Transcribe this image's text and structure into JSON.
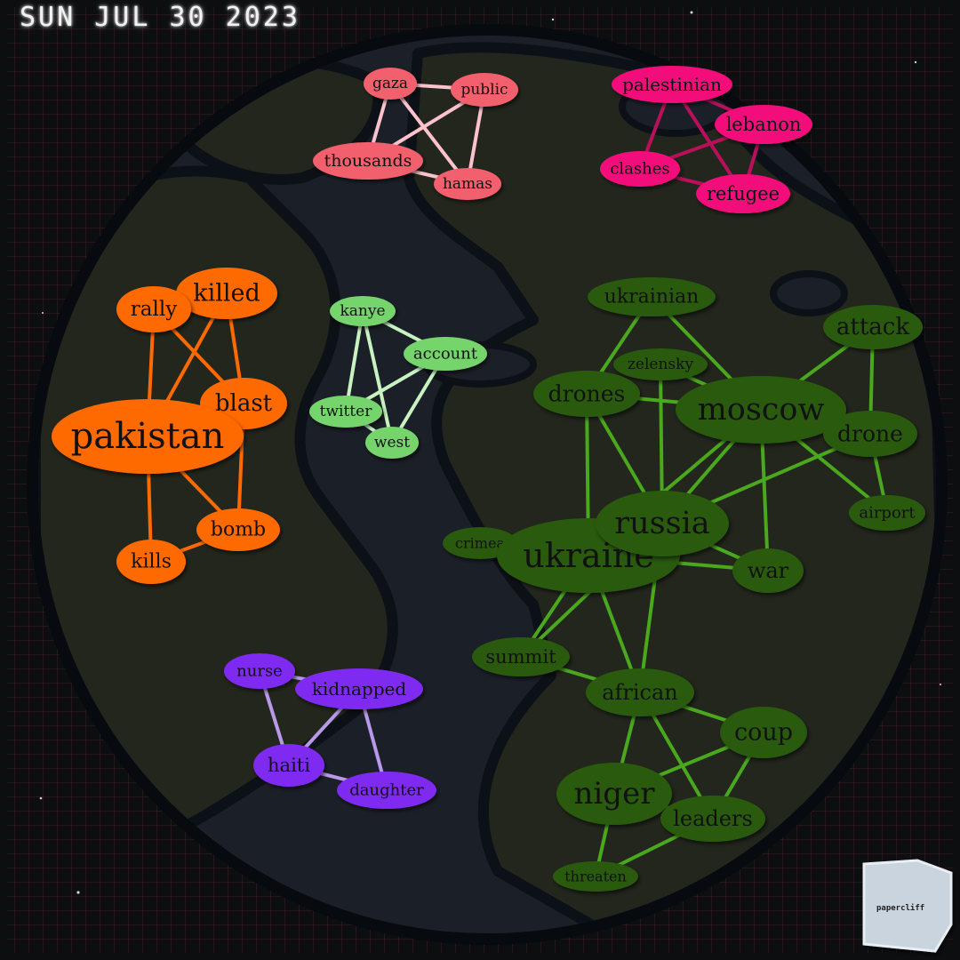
{
  "header": {
    "date": "SUN JUL 30 2023"
  },
  "logo": {
    "text": "papercliff"
  },
  "colors": {
    "background": "#0d0e10",
    "grid": "#3a2228",
    "globe_ocean": "#1b1f27",
    "globe_land": "#23261d",
    "globe_rim": "#0a0d12"
  },
  "clusters": [
    {
      "id": "gaza",
      "fill": "#f2606e",
      "edge": "#ffc2cc",
      "nodes": [
        {
          "label": "gaza",
          "weight": 1
        },
        {
          "label": "public",
          "weight": 1
        },
        {
          "label": "thousands",
          "weight": 1.4
        },
        {
          "label": "hamas",
          "weight": 1
        }
      ],
      "edges": [
        [
          "gaza",
          "public"
        ],
        [
          "gaza",
          "thousands"
        ],
        [
          "gaza",
          "hamas"
        ],
        [
          "public",
          "thousands"
        ],
        [
          "public",
          "hamas"
        ],
        [
          "thousands",
          "hamas"
        ]
      ]
    },
    {
      "id": "lebanon",
      "fill": "#f2107a",
      "edge": "#b8105a",
      "nodes": [
        {
          "label": "palestinian",
          "weight": 1.3
        },
        {
          "label": "lebanon",
          "weight": 1.3
        },
        {
          "label": "clashes",
          "weight": 1.1
        },
        {
          "label": "refugee",
          "weight": 1.3
        }
      ],
      "edges": [
        [
          "palestinian",
          "lebanon"
        ],
        [
          "palestinian",
          "clashes"
        ],
        [
          "palestinian",
          "refugee"
        ],
        [
          "lebanon",
          "clashes"
        ],
        [
          "lebanon",
          "refugee"
        ],
        [
          "clashes",
          "refugee"
        ]
      ]
    },
    {
      "id": "pakistan",
      "fill": "#ff6a00",
      "edge": "#ff6a00",
      "nodes": [
        {
          "label": "killed",
          "weight": 1.6
        },
        {
          "label": "rally",
          "weight": 1.2
        },
        {
          "label": "blast",
          "weight": 1.5
        },
        {
          "label": "pakistan",
          "weight": 3
        },
        {
          "label": "bomb",
          "weight": 1.2
        },
        {
          "label": "kills",
          "weight": 1.2
        }
      ],
      "edges": [
        [
          "rally",
          "killed"
        ],
        [
          "rally",
          "blast"
        ],
        [
          "rally",
          "pakistan"
        ],
        [
          "killed",
          "pakistan"
        ],
        [
          "killed",
          "blast"
        ],
        [
          "blast",
          "bomb"
        ],
        [
          "pakistan",
          "bomb"
        ],
        [
          "pakistan",
          "kills"
        ],
        [
          "kills",
          "bomb"
        ]
      ]
    },
    {
      "id": "kanye",
      "fill": "#74d46c",
      "edge": "#c8f2c0",
      "nodes": [
        {
          "label": "kanye",
          "weight": 1
        },
        {
          "label": "account",
          "weight": 1
        },
        {
          "label": "twitter",
          "weight": 1
        },
        {
          "label": "west",
          "weight": 1
        }
      ],
      "edges": [
        [
          "kanye",
          "account"
        ],
        [
          "kanye",
          "twitter"
        ],
        [
          "kanye",
          "west"
        ],
        [
          "account",
          "twitter"
        ],
        [
          "account",
          "west"
        ],
        [
          "twitter",
          "west"
        ]
      ]
    },
    {
      "id": "russia",
      "fill": "#2a5a0a",
      "edge": "#4aa81c",
      "nodes": [
        {
          "label": "ukrainian",
          "weight": 1.3
        },
        {
          "label": "attack",
          "weight": 1.4
        },
        {
          "label": "zelensky",
          "weight": 1
        },
        {
          "label": "drones",
          "weight": 1.4
        },
        {
          "label": "moscow",
          "weight": 2.4
        },
        {
          "label": "drone",
          "weight": 1.4
        },
        {
          "label": "airport",
          "weight": 1
        },
        {
          "label": "crimea",
          "weight": 0.9
        },
        {
          "label": "ukraine",
          "weight": 2.6
        },
        {
          "label": "russia",
          "weight": 2.4
        },
        {
          "label": "war",
          "weight": 1.4
        },
        {
          "label": "summit",
          "weight": 1.2
        },
        {
          "label": "african",
          "weight": 1.4
        },
        {
          "label": "coup",
          "weight": 1.6
        },
        {
          "label": "niger",
          "weight": 2
        },
        {
          "label": "leaders",
          "weight": 1.4
        },
        {
          "label": "threaten",
          "weight": 1
        }
      ],
      "edges": [
        [
          "ukrainian",
          "drones"
        ],
        [
          "ukrainian",
          "moscow"
        ],
        [
          "zelensky",
          "moscow"
        ],
        [
          "zelensky",
          "russia"
        ],
        [
          "drones",
          "moscow"
        ],
        [
          "drones",
          "ukraine"
        ],
        [
          "drones",
          "russia"
        ],
        [
          "moscow",
          "attack"
        ],
        [
          "moscow",
          "ukraine"
        ],
        [
          "moscow",
          "russia"
        ],
        [
          "moscow",
          "war"
        ],
        [
          "moscow",
          "airport"
        ],
        [
          "attack",
          "drone"
        ],
        [
          "drone",
          "airport"
        ],
        [
          "drone",
          "russia"
        ],
        [
          "crimea",
          "ukraine"
        ],
        [
          "ukraine",
          "russia"
        ],
        [
          "ukraine",
          "war"
        ],
        [
          "ukraine",
          "summit"
        ],
        [
          "ukraine",
          "african"
        ],
        [
          "russia",
          "summit"
        ],
        [
          "russia",
          "african"
        ],
        [
          "russia",
          "war"
        ],
        [
          "summit",
          "african"
        ],
        [
          "african",
          "coup"
        ],
        [
          "african",
          "niger"
        ],
        [
          "african",
          "leaders"
        ],
        [
          "coup",
          "niger"
        ],
        [
          "coup",
          "leaders"
        ],
        [
          "niger",
          "leaders"
        ],
        [
          "niger",
          "threaten"
        ],
        [
          "threaten",
          "leaders"
        ]
      ]
    },
    {
      "id": "haiti",
      "fill": "#7f2af0",
      "edge": "#b898e8",
      "nodes": [
        {
          "label": "nurse",
          "weight": 1.1
        },
        {
          "label": "kidnapped",
          "weight": 1.4
        },
        {
          "label": "haiti",
          "weight": 1.2
        },
        {
          "label": "daughter",
          "weight": 1.1
        }
      ],
      "edges": [
        [
          "nurse",
          "kidnapped"
        ],
        [
          "nurse",
          "haiti"
        ],
        [
          "kidnapped",
          "haiti"
        ],
        [
          "kidnapped",
          "daughter"
        ],
        [
          "haiti",
          "daughter"
        ]
      ]
    }
  ]
}
